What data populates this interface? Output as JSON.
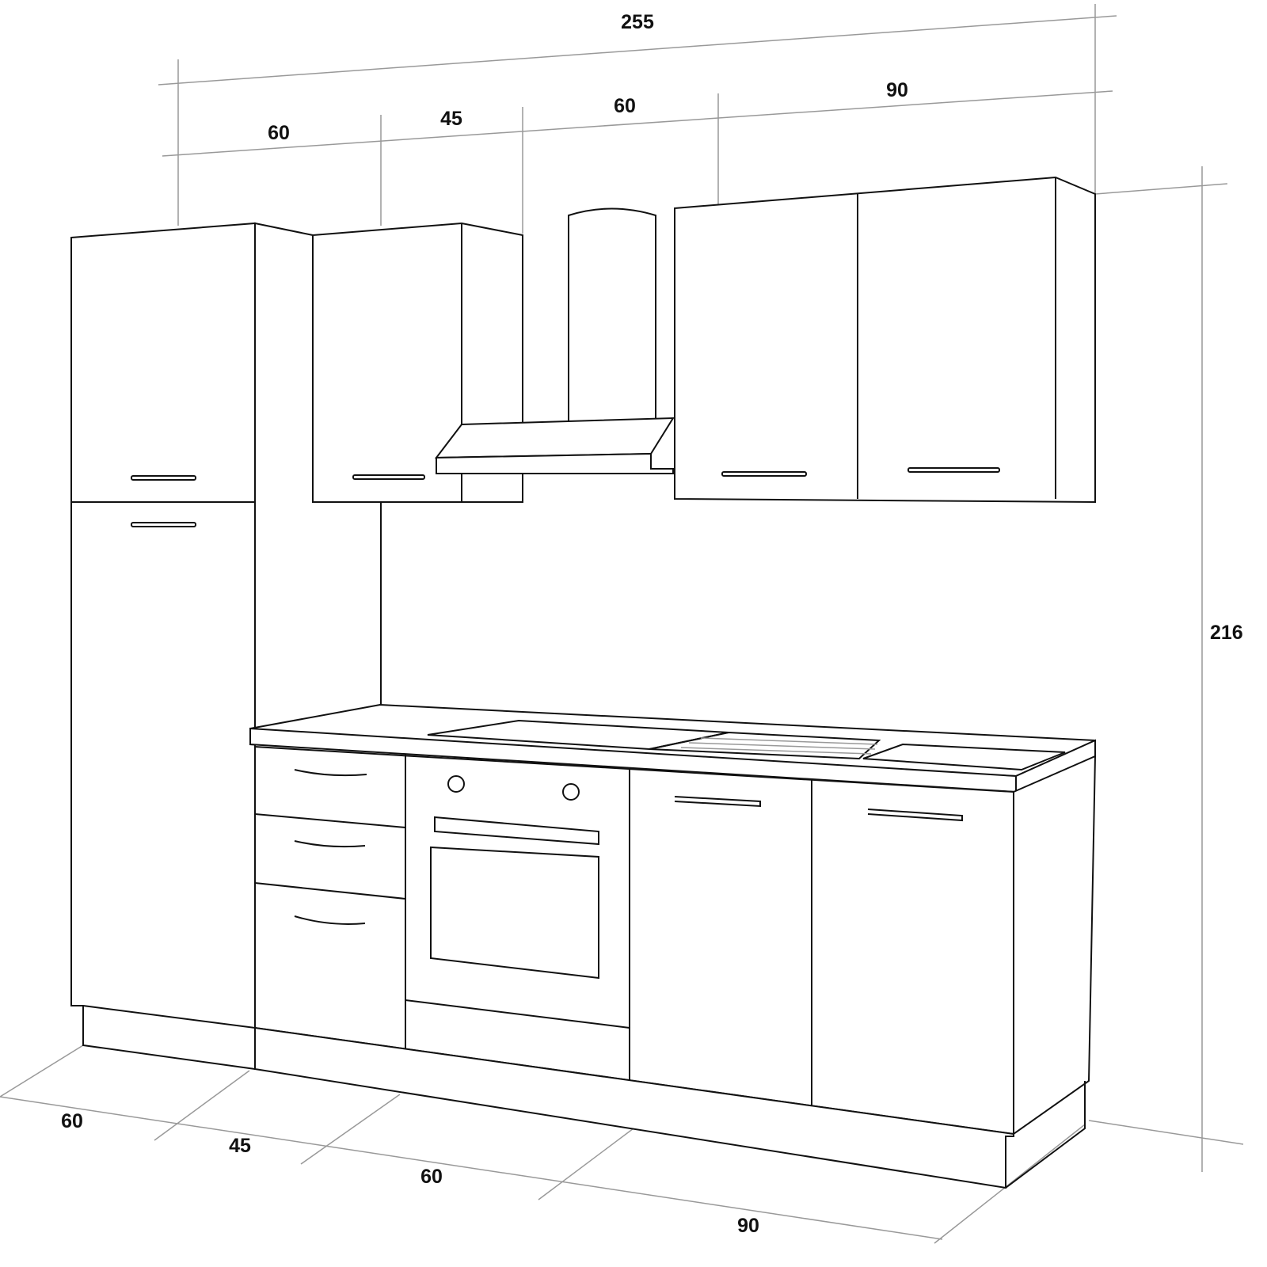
{
  "dimensions": {
    "total_width": "255",
    "top_widths": [
      "60",
      "45",
      "60",
      "90"
    ],
    "bottom_widths": [
      "60",
      "45",
      "60",
      "90"
    ],
    "height": "216"
  },
  "colors": {
    "line": "#111111",
    "dimension_line": "#999999",
    "background": "#ffffff"
  }
}
